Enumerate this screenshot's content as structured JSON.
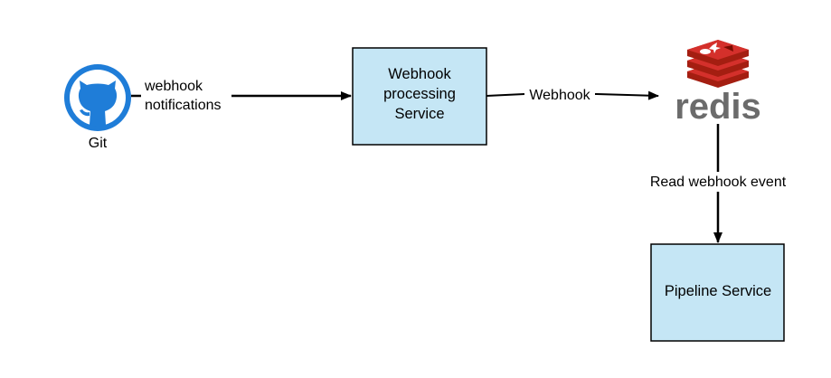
{
  "nodes": {
    "git": {
      "label": "Git",
      "icon": "github-icon",
      "color": "#1f7dd8"
    },
    "webhook_service": {
      "lines": [
        "Webhook",
        "processing",
        "Service"
      ],
      "fill": "#c5e6f5"
    },
    "redis": {
      "wordmark": "redis",
      "icon": "redis-icon",
      "color": "#d4302b"
    },
    "pipeline_service": {
      "label": "Pipeline Service",
      "fill": "#c5e6f5"
    }
  },
  "edges": {
    "git_to_webhook": {
      "lines": [
        "webhook",
        "notifications"
      ]
    },
    "webhook_to_redis": {
      "label": "Webhook"
    },
    "redis_to_pipeline": {
      "label": "Read webhook event"
    }
  }
}
